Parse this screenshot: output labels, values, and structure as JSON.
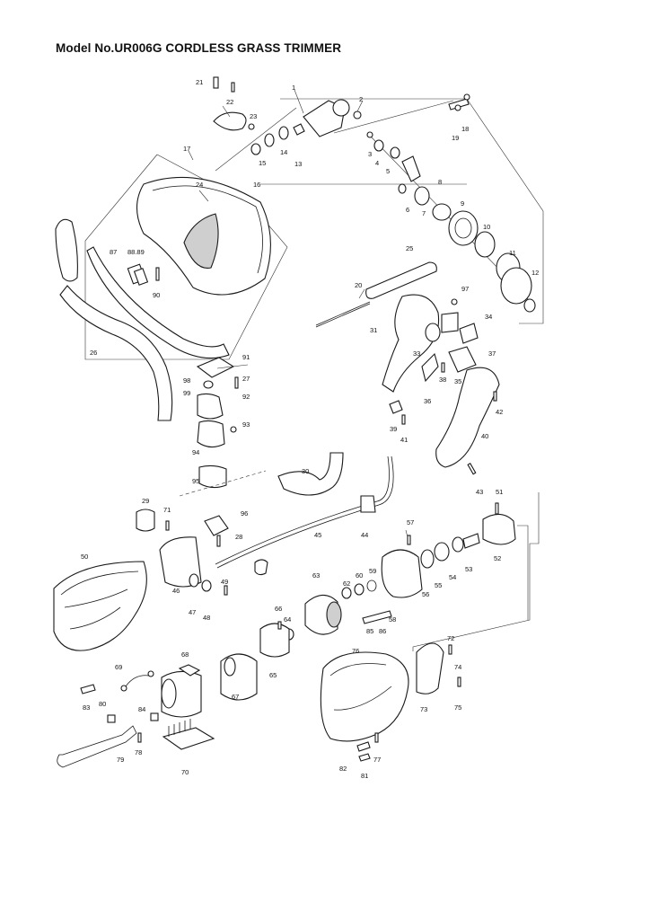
{
  "title": "Model No.UR006G CORDLESS GRASS TRIMMER",
  "labels": [
    "1",
    "2",
    "3",
    "4",
    "5",
    "6",
    "7",
    "8",
    "9",
    "10",
    "11",
    "12",
    "13",
    "14",
    "15",
    "16",
    "17",
    "18",
    "19",
    "20",
    "21",
    "22",
    "23",
    "24",
    "25",
    "26",
    "27",
    "28",
    "29",
    "30",
    "31",
    "33",
    "34",
    "35",
    "36",
    "37",
    "38",
    "39",
    "40",
    "41",
    "42",
    "43",
    "44",
    "45",
    "46",
    "47",
    "48",
    "49",
    "50",
    "51",
    "52",
    "53",
    "54",
    "55",
    "56",
    "57",
    "58",
    "59",
    "60",
    "62",
    "63",
    "64",
    "65",
    "66",
    "67",
    "68",
    "69",
    "70",
    "71",
    "72",
    "73",
    "74",
    "75",
    "76",
    "77",
    "78",
    "79",
    "80",
    "81",
    "82",
    "83",
    "84",
    "85",
    "86",
    "87",
    "88.89",
    "90",
    "91",
    "92",
    "93",
    "94",
    "95",
    "96",
    "97",
    "98",
    "99"
  ],
  "colors": {
    "ink": "#1a1a1a",
    "paper": "#ffffff",
    "shade": "#cfcfcf"
  }
}
